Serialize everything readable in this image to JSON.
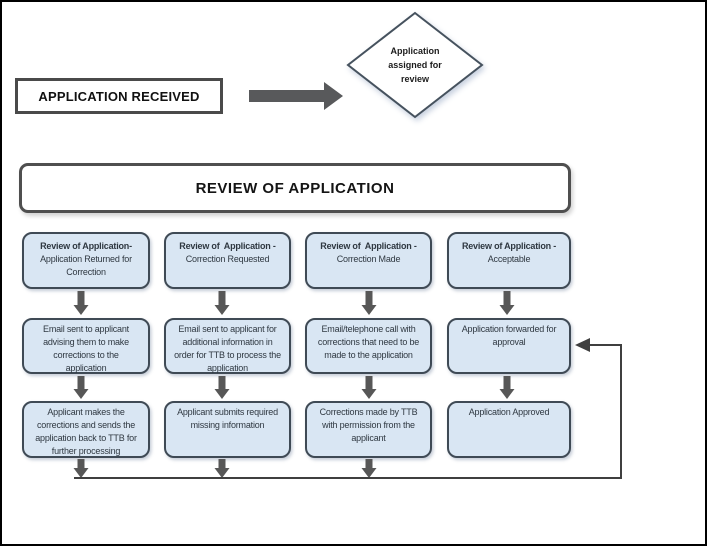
{
  "top": {
    "received_label": "APPLICATION RECEIVED",
    "diamond_text": "Application\nassigned for\nreview"
  },
  "review_header": {
    "title": "REVIEW OF APPLICATION"
  },
  "columns": [
    {
      "header_bold": "Review of Application-",
      "header_rest": "Application Returned for\nCorrection",
      "step2": "Email sent to applicant\nadvising them to make\ncorrections to the\napplication",
      "step3": "Applicant makes the\ncorrections and sends the\napplication back to TTB for\nfurther processing"
    },
    {
      "header_bold": "Review of  Application -",
      "header_rest": "Correction Requested",
      "step2": "Email sent to applicant  for\nadditional information in\norder for TTB to process the\napplication",
      "step3": "Applicant submits required\nmissing information"
    },
    {
      "header_bold": "Review of  Application -",
      "header_rest": "Correction Made",
      "step2": "Email/telephone call with\ncorrections that need to be\nmade to the application",
      "step3": "Corrections made by TTB\nwith permission from the\napplicant"
    },
    {
      "header_bold": "Review of Application -",
      "header_rest": "Acceptable",
      "step2": "Application forwarded for\napproval",
      "step3": "Application Approved"
    }
  ],
  "colors": {
    "box_fill": "#d9e6f3",
    "box_border": "#3f4a55",
    "connector_arrow": "#575757",
    "big_arrow": "#58595b",
    "thin_line": "#3f3f3f",
    "page_border": "#000000"
  }
}
